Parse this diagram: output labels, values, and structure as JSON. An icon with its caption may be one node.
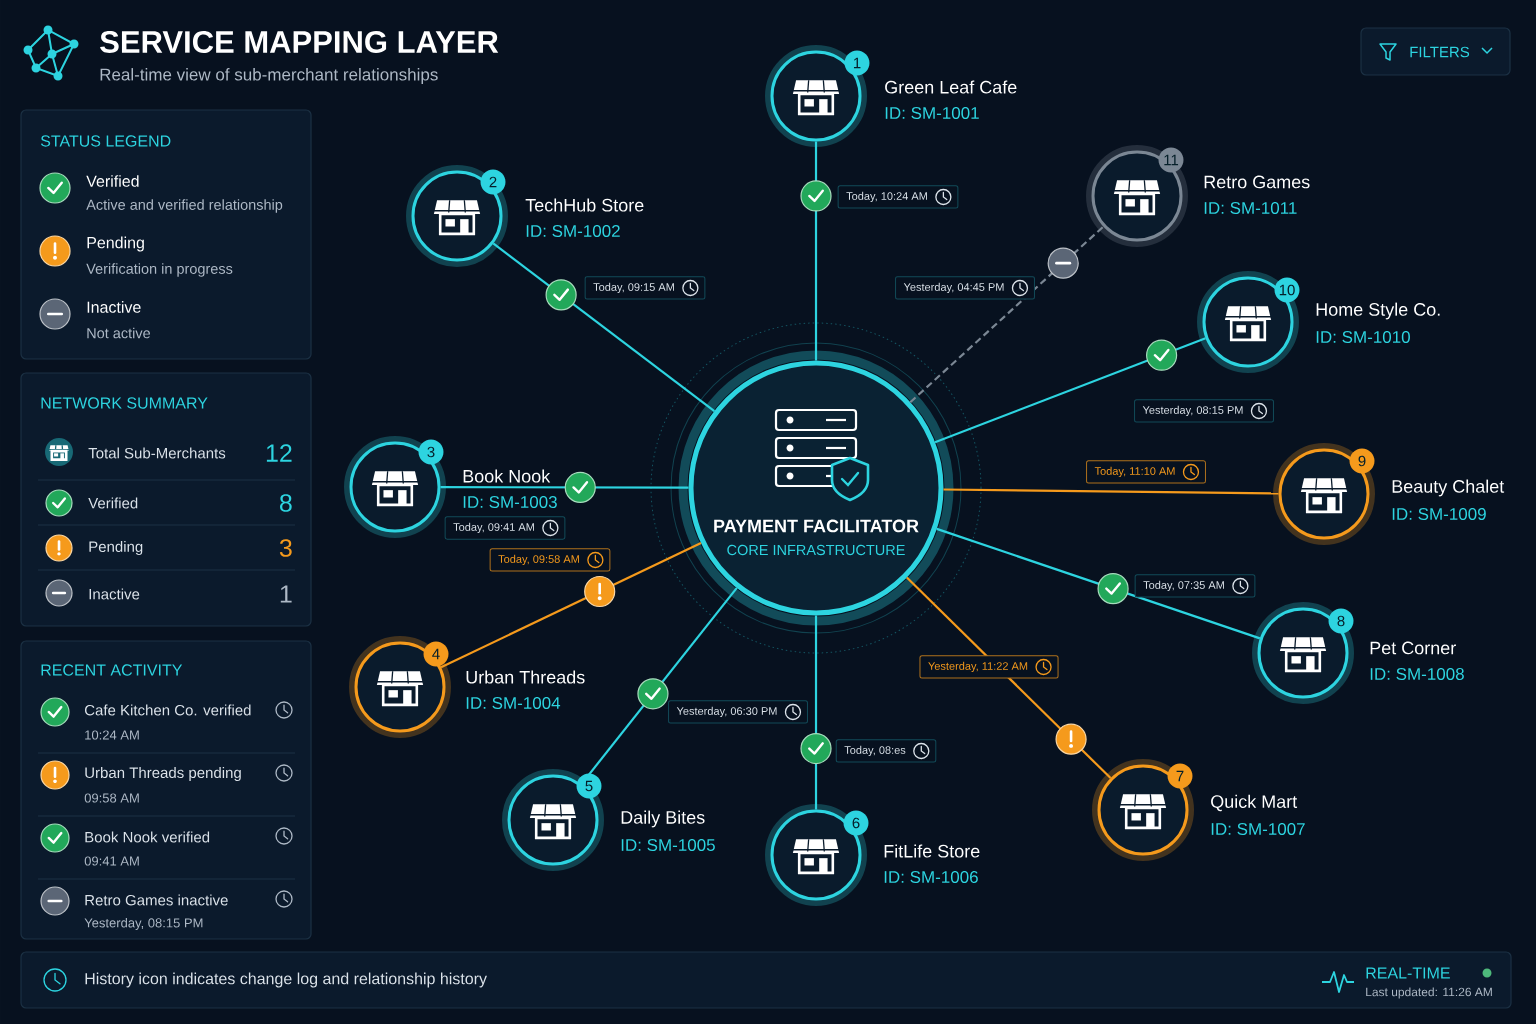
{
  "diagram": {
    "title": "SERVICE MAPPING LAYER",
    "nodes": [
      {
        "text": [
          "PAYMENT FACILITATOR",
          "CORE INFRASTRUCTURE"
        ]
      },
      {
        "text": [
          "1"
        ],
        "beside": [
          "Green Leaf Cafe",
          "ID: SM-1001"
        ]
      },
      {
        "text": [
          "2"
        ],
        "beside": [
          "TechHub Store",
          "ID: SM-1002"
        ]
      },
      {
        "text": [
          "3"
        ],
        "beside": [
          "Book Nook",
          "ID: SM-1003"
        ]
      },
      {
        "text": [
          "4"
        ],
        "beside": [
          "Urban Threads",
          "ID: SM-1004"
        ]
      },
      {
        "text": [
          "5"
        ],
        "beside": [
          "Daily Bites",
          "ID: SM-1005"
        ]
      },
      {
        "text": [
          "6"
        ],
        "beside": [
          "FitLife Store",
          "ID: SM-1006"
        ]
      },
      {
        "text": [
          "7"
        ],
        "beside": [
          "Quick Mart",
          "ID: SM-1007"
        ]
      },
      {
        "text": [
          "8"
        ],
        "beside": [
          "Pet Corner",
          "ID: SM-1008"
        ]
      },
      {
        "text": [
          "9"
        ],
        "beside": [
          "Beauty Chalet",
          "ID: SM-1009"
        ]
      },
      {
        "text": [
          "10"
        ],
        "beside": [
          "Home Style Co.",
          "ID: SM-1010"
        ]
      },
      {
        "text": [
          "11"
        ],
        "beside": [
          "Retro Games",
          "ID: SM-1011"
        ]
      }
    ],
    "edges": [
      {
        "from": 0,
        "to": 1,
        "arrow": "none",
        "label": "Today, 10:24 AM"
      },
      {
        "from": 0,
        "to": 2,
        "arrow": "none",
        "label": "Today, 09:15 AM"
      },
      {
        "from": 0,
        "to": 3,
        "arrow": "none",
        "label": "Today, 09:41 AM"
      },
      {
        "from": 0,
        "to": 4,
        "arrow": "none",
        "label": "Today, 09:58 AM",
        "color": "#f59a1c"
      },
      {
        "from": 0,
        "to": 5,
        "arrow": "none",
        "label": "Yesterday, 06:30 PM"
      },
      {
        "from": 0,
        "to": 6,
        "arrow": "none",
        "label": "Today, 08:es"
      },
      {
        "from": 0,
        "to": 7,
        "arrow": "none",
        "label": "Yesterday, 11:22 AM",
        "color": "#f59a1c"
      },
      {
        "from": 0,
        "to": 8,
        "arrow": "none",
        "label": "Today, 07:35 AM"
      },
      {
        "from": 0,
        "to": 9,
        "arrow": "none",
        "label": "Today, 11:10 AM",
        "color": "#f59a1c"
      },
      {
        "from": 0,
        "to": 10,
        "arrow": "none",
        "label": "Yesterday, 08:15 PM"
      },
      {
        "from": 0,
        "to": 11,
        "arrow": "none",
        "label": "Yesterday, 04:45 PM",
        "style": "dashed",
        "color": "#7b8794"
      }
    ],
    "labels": [
      "Real-time view of sub-merchant relationships",
      "STATUS LEGEND",
      "Active and verified relationship",
      "Verification in progress",
      "Not active",
      "NETWORK SUMMARY",
      "Total Sub-Merchants",
      "12",
      "Verified",
      "8",
      "Pending",
      "3",
      "Inactive",
      "1",
      "RECENT ACTIVITY",
      "Cafe Kitchen Co. verified",
      "10:24 AM",
      "Urban Threads pending",
      "09:58 AM",
      "Book Nook verified",
      "09:41 AM",
      "Retro Games inactive",
      "Yesterday, 08:15 PM",
      "History icon indicates change log and relationship history",
      "REAL-TIME",
      "Last updated: 11:26 AM",
      "FILTERS"
    ],
    "legend": [
      {
        "text": "Verified"
      },
      {
        "text": "Pending"
      },
      {
        "text": "Inactive"
      }
    ]
  }
}
